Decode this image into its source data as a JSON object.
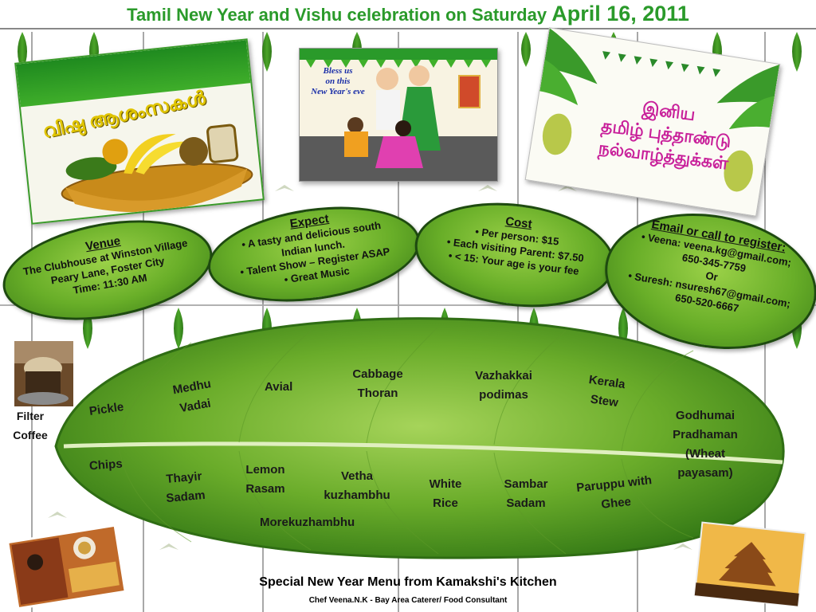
{
  "title": {
    "main": "Tamil New Year and Vishu celebration on Saturday",
    "date": "April 16, 2011"
  },
  "cards": {
    "vishu_greeting": "വിഷു ആശംസകൾ",
    "bless_text": [
      "Bless us",
      "on this",
      "New Year's eve"
    ],
    "tamil_greeting": [
      "இனிய",
      "தமிழ் புத்தாண்டு",
      "நல்வாழ்த்துக்கள்"
    ]
  },
  "info": {
    "venue": {
      "heading": "Venue",
      "lines": [
        "The Clubhouse at Winston Village",
        "Peary Lane, Foster City",
        "Time: 11:30 AM"
      ]
    },
    "expect": {
      "heading": "Expect",
      "lines": [
        "• A tasty and delicious south",
        "Indian lunch.",
        "• Talent Show – Register ASAP",
        "• Great Music"
      ]
    },
    "cost": {
      "heading": "Cost",
      "lines": [
        "• Per person: $15",
        "• Each visiting Parent: $7.50",
        "• < 15: Your age is your fee"
      ]
    },
    "register": {
      "heading": "Email or call to register:",
      "lines": [
        "• Veena: veena.kg@gmail.com;",
        "650-345-7759",
        "Or",
        "• Suresh: nsuresh67@gmail.com;",
        "650-520-6667"
      ]
    }
  },
  "menu": {
    "side_item": "Filter Coffee",
    "items": {
      "pickle": "Pickle",
      "medhu_vadai": "Medhu Vadai",
      "avial": "Avial",
      "cabbage_thoran": "Cabbage Thoran",
      "vazhakkai_podimas": "Vazhakkai podimas",
      "kerala_stew": "Kerala Stew",
      "godhumai_pradhaman": "Godhumai Pradhaman (Wheat payasam)",
      "chips": "Chips",
      "thayir_sadam": "Thayir Sadam",
      "lemon_rasam": "Lemon Rasam",
      "vetha_kuzhambhu": "Vetha kuzhambhu",
      "white_rice": "White Rice",
      "sambar_sadam": "Sambar Sadam",
      "paruppu_with_ghee": "Paruppu with Ghee",
      "morekuzhambhu": "Morekuzhambhu"
    }
  },
  "footer": {
    "tagline": "Special New Year Menu from Kamakshi's Kitchen",
    "chef": "Chef Veena.N.K - Bay Area Caterer/ Food Consultant"
  },
  "colors": {
    "title_green": "#2a9a2a",
    "leaf_green": "#6aac2a",
    "leaf_dark": "#2f6d14"
  }
}
